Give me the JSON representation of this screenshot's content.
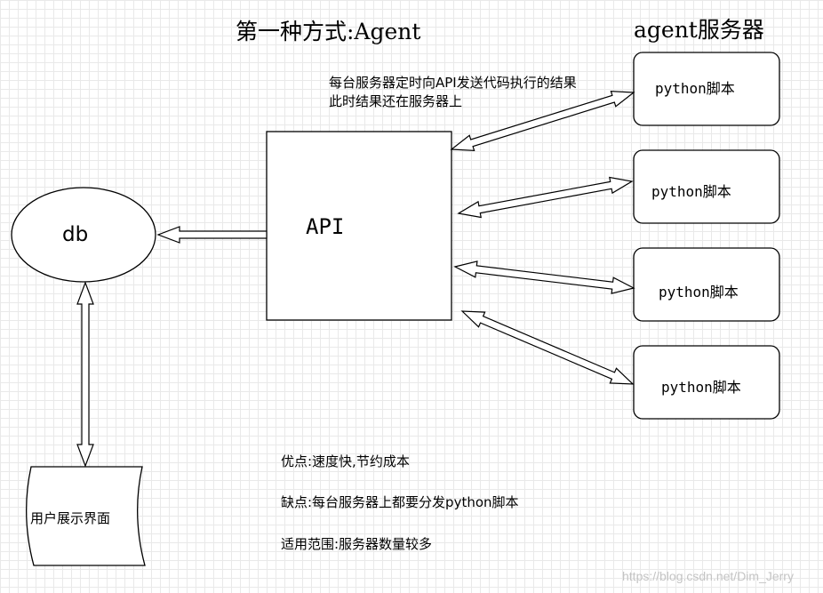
{
  "title": "第一种方式:Agent",
  "agent_server_heading": "agent服务器",
  "top_note": [
    "每台服务器定时向API发送代码执行的结果",
    "此时结果还在服务器上"
  ],
  "nodes": {
    "api": "API",
    "db": "db",
    "ui": "用户展示界面",
    "scripts": [
      "python脚本",
      "python脚本",
      "python脚本",
      "python脚本"
    ]
  },
  "notes": {
    "pros": "优点:速度快,节约成本",
    "cons": "缺点:每台服务器上都要分发python脚本",
    "scope": "适用范围:服务器数量较多"
  },
  "watermark": "https://blog.csdn.net/Dim_Jerry"
}
